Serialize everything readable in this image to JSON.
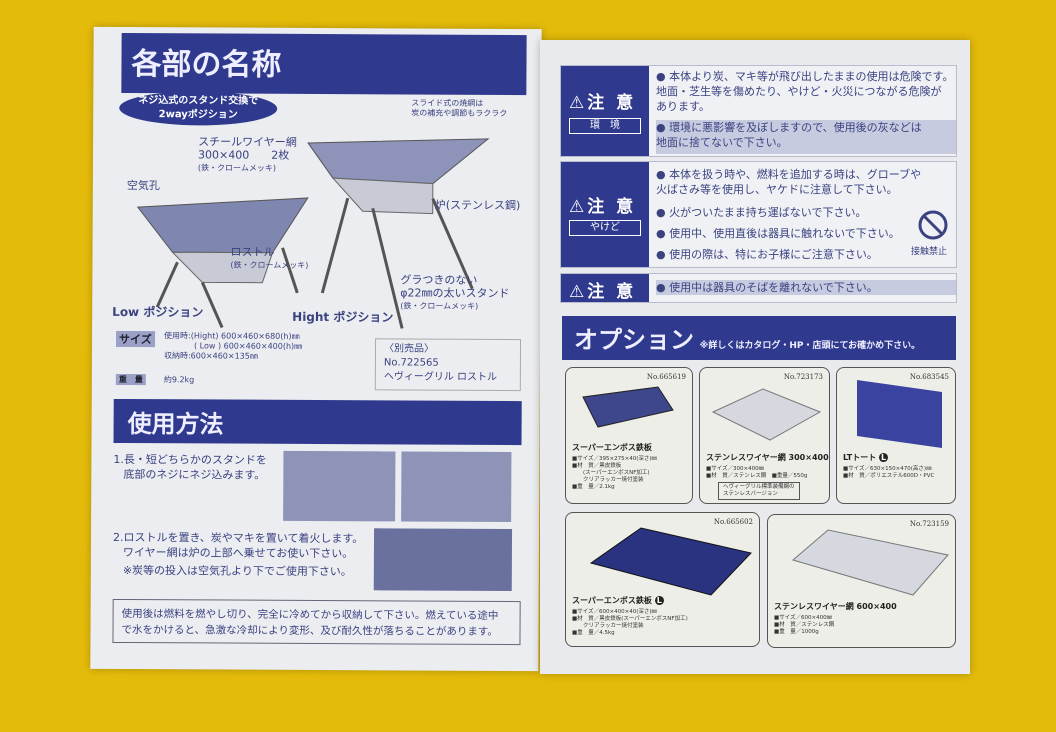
{
  "left_page": {
    "parts_title": "各部の名称",
    "badge": [
      "ネジ込式のスタンド交換で",
      "2wayポジション"
    ],
    "labels": {
      "slide_net": [
        "スライド式の焼網は",
        "炭の補充や調節もラクラク"
      ],
      "wire_net": [
        "スチールワイヤー網",
        "300×400　　2枚",
        "(鉄・クロームメッキ)"
      ],
      "air_hole": "空気孔",
      "furnace": "炉(ステンレス鋼)",
      "rostle": [
        "ロストル",
        "(鉄・クロームメッキ)"
      ],
      "stand": [
        "グラつきのない",
        "φ22㎜の太いスタンド",
        "(鉄・クロームメッキ)"
      ],
      "low": "Low ポジション",
      "high": "Hight ポジション"
    },
    "size": {
      "label": "サイズ",
      "lines": [
        "使用時:(Hight) 600×460×680(h)㎜",
        "( Low ) 600×460×400(h)㎜",
        "収納時:600×460×135㎜"
      ]
    },
    "weight": {
      "label": "重　量",
      "value": "約9.2kg"
    },
    "sold_separately": [
      "〈別売品〉",
      "No.722565",
      "ヘヴィーグリル ロストル"
    ],
    "usage_title": "使用方法",
    "steps": [
      [
        "1.長・短どちらかのスタンドを",
        "底部のネジにネジ込みます。"
      ],
      [
        "2.ロストルを置き、炭やマキを置いて着火します。",
        "ワイヤー網は炉の上部へ乗せてお使い下さい。",
        "※炭等の投入は空気孔より下でご使用下さい。"
      ]
    ],
    "note": [
      "使用後は燃料を燃やし切り、完全に冷めてから収納して下さい。燃えている途中",
      "で水をかけると、急激な冷却により変形、及び耐久性が落ちることがあります。"
    ]
  },
  "right_page": {
    "warnings": [
      {
        "head": "注 意",
        "sub": "環　境",
        "items": [
          [
            "本体より炭、マキ等が飛び出したままの使用は危険です。",
            "地面・芝生等を傷めたり、やけど・火災につながる危険が",
            "あります。"
          ],
          [
            "環境に悪影響を及ぼしますので、使用後の灰などは",
            "地面に捨てないで下さい。"
          ]
        ]
      },
      {
        "head": "注 意",
        "sub": "やけど",
        "items": [
          [
            "本体を扱う時や、燃料を追加する時は、グローブや",
            "火ばさみ等を使用し、ヤケドに注意して下さい。"
          ],
          [
            "火がついたまま持ち運ばないで下さい。"
          ],
          [
            "使用中、使用直後は器具に触れないで下さい。"
          ],
          [
            "使用の際は、特にお子様にご注意下さい。"
          ]
        ],
        "icon_label": "接触禁止"
      },
      {
        "head": "注 意",
        "items": [
          [
            "使用中は器具のそばを離れないで下さい。"
          ]
        ]
      }
    ],
    "options_title": "オプション",
    "options_note": "※詳しくはカタログ・HP・店頭にてお確かめ下さい。",
    "options": [
      {
        "no": "No.665619",
        "name": "スーパーエンボス鉄板",
        "spec": "■サイズ／395×275×40(深さ)㎜\n■材　質／黒皮鉄板\n　　(スーパーエンボスNF加工)\n　　クリアラッカー焼付塗装\n■重　量／2.1kg"
      },
      {
        "no": "No.723173",
        "name": "ステンレスワイヤー網 300×400",
        "spec": "■サイズ／300×400㎜\n■材　質／ステンレス鋼　■重量／550g",
        "note": [
          "ヘヴィーグリル標準装備網の",
          "ステンレスバージョン"
        ]
      },
      {
        "no": "No.683545",
        "name": "LTトート",
        "badge": "L",
        "spec": "■サイズ／630×150×470(高さ)㎜\n■材　質／ポリエステル600D・PVC"
      },
      {
        "no": "No.665602",
        "name": "スーパーエンボス鉄板",
        "badge": "L",
        "spec": "■サイズ／600×400×40(深さ)㎜\n■材　質／黒皮鉄板(スーパーエンボスNF加工)\n　　クリアラッカー焼付塗装\n■重　量／4.5kg"
      },
      {
        "no": "No.723159",
        "name": "ステンレスワイヤー網 600×400",
        "spec": "■サイズ／600×400㎜\n■材　質／ステンレス鋼\n■重　量／1000g"
      }
    ]
  },
  "colors": {
    "background": "#e4bb0a",
    "brand_blue": "#2f3a8e",
    "paper": "#ecedf0"
  }
}
